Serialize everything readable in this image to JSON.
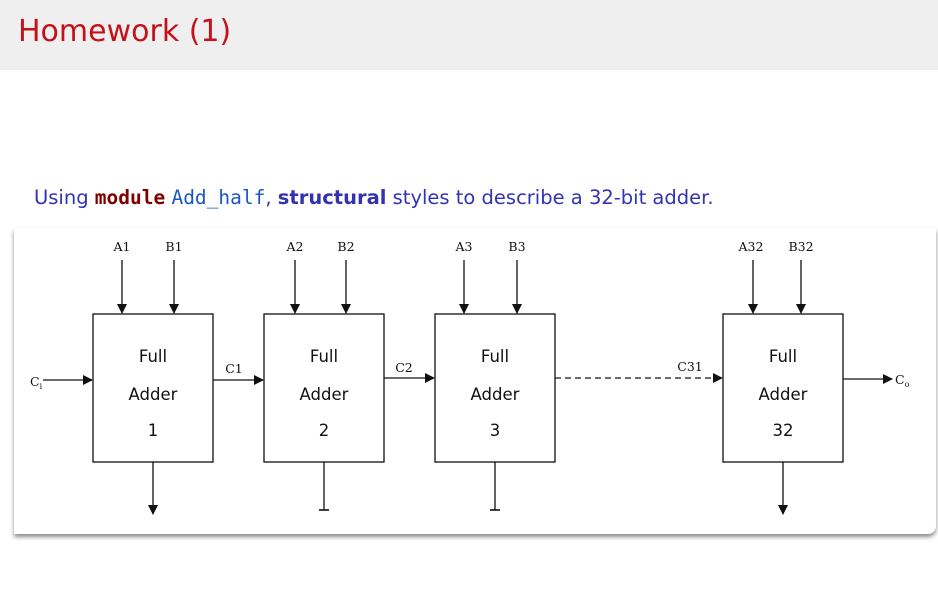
{
  "slide": {
    "title": "Homework (1)"
  },
  "intro": {
    "prefix": "Using ",
    "keyword": "module",
    "module_name": "Add_half",
    "comma": ",",
    "style_word": "structural",
    "suffix": " styles to describe a 32-bit adder."
  },
  "diagram": {
    "carry_in": "C",
    "carry_in_sub": "i",
    "carry_out": "C",
    "carry_out_sub": "o",
    "adders": [
      {
        "line1": "Full",
        "line2": "Adder",
        "number": "1",
        "input_a": "A1",
        "input_b": "B1"
      },
      {
        "line1": "Full",
        "line2": "Adder",
        "number": "2",
        "input_a": "A2",
        "input_b": "B2"
      },
      {
        "line1": "Full",
        "line2": "Adder",
        "number": "3",
        "input_a": "A3",
        "input_b": "B3"
      },
      {
        "line1": "Full",
        "line2": "Adder",
        "number": "32",
        "input_a": "A32",
        "input_b": "B32"
      }
    ],
    "carries": [
      "C1",
      "C2",
      "C31"
    ]
  }
}
